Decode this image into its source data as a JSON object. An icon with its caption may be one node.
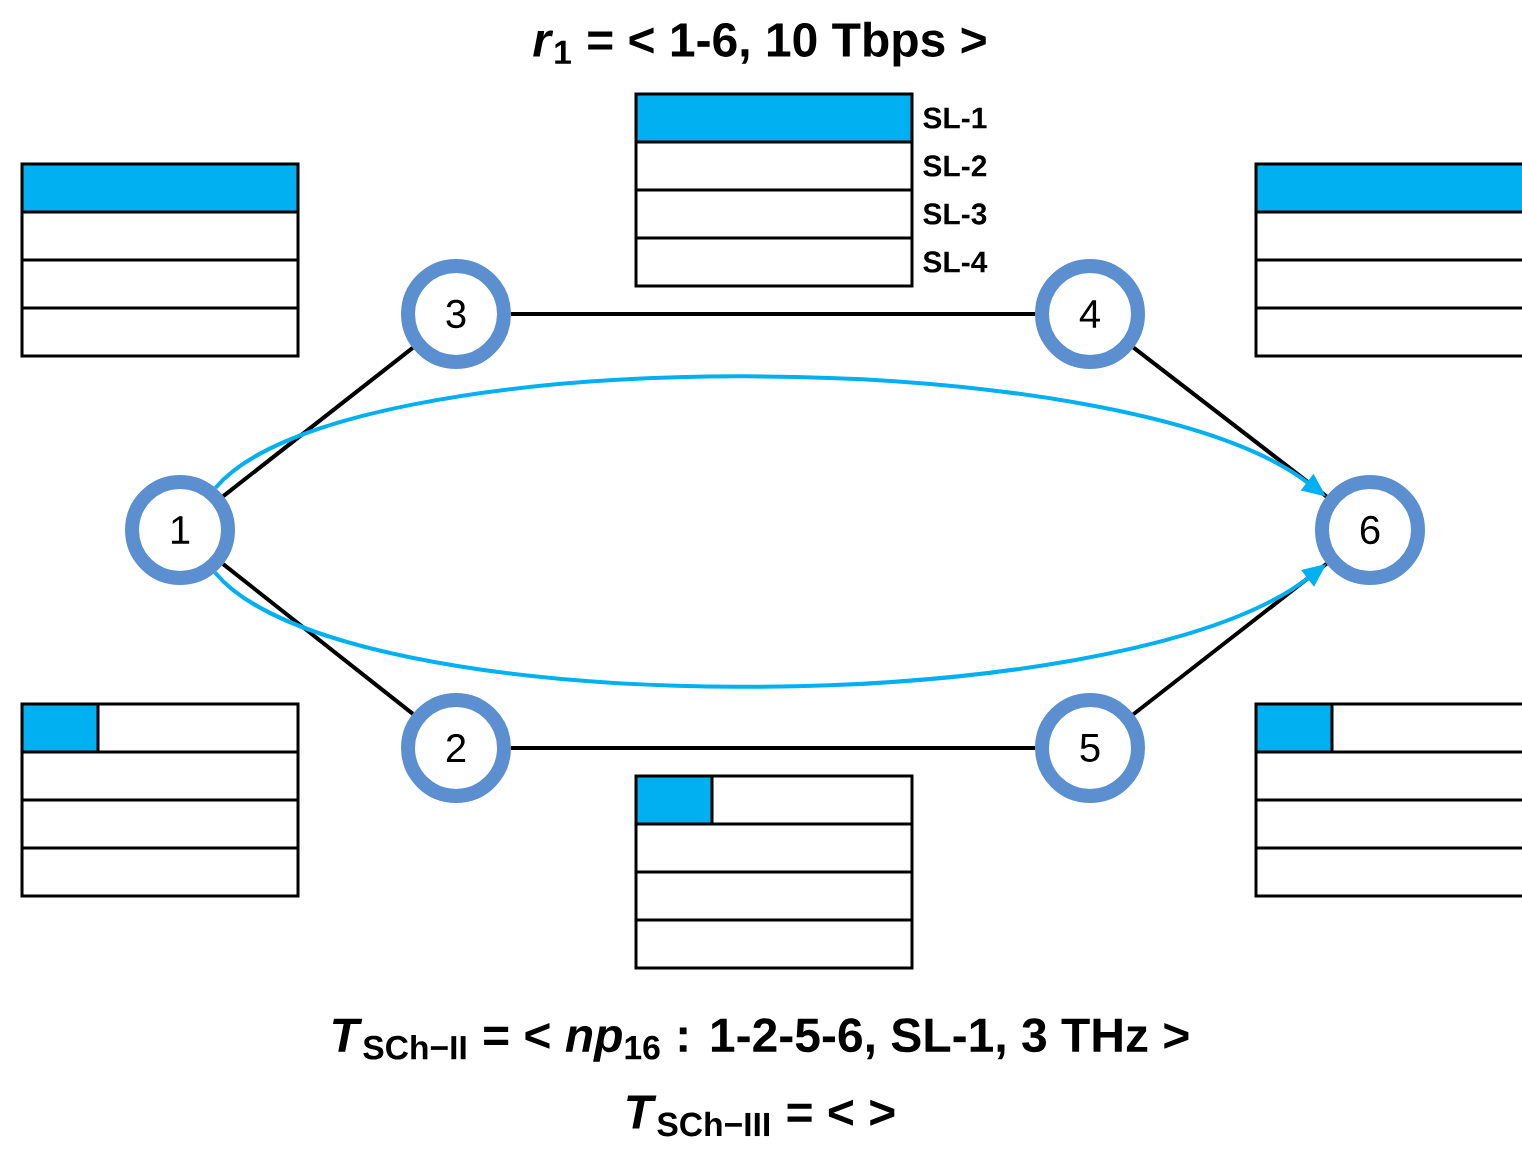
{
  "diagram": {
    "title": "*r*$_{1}$ = < 1-6, 10 Tbps >",
    "nodes": [
      {
        "text": [
          "1"
        ]
      },
      {
        "text": [
          "2"
        ]
      },
      {
        "text": [
          "3"
        ]
      },
      {
        "text": [
          "4"
        ]
      },
      {
        "text": [
          "5"
        ]
      },
      {
        "text": [
          "6"
        ]
      }
    ],
    "edges": [
      {
        "from": 0,
        "to": 2,
        "arrow": "none"
      },
      {
        "from": 2,
        "to": 3,
        "arrow": "none"
      },
      {
        "from": 3,
        "to": 5,
        "arrow": "none"
      },
      {
        "from": 0,
        "to": 1,
        "arrow": "none"
      },
      {
        "from": 1,
        "to": 4,
        "arrow": "none"
      },
      {
        "from": 4,
        "to": 5,
        "arrow": "none"
      },
      {
        "from": 0,
        "to": 5,
        "arrow": "to",
        "color": "#00b0f0"
      },
      {
        "from": 0,
        "to": 5,
        "arrow": "to",
        "color": "#00b0f0"
      }
    ],
    "labels": [
      "SL-1",
      "SL-2",
      "SL-3",
      "SL-4",
      "*T*$_{SCh−II}$ = < *np*$_{16}$ : 1-2-5-6, SL-1, 3 THz >",
      "*T*$_{SCh−III}$ = < >"
    ]
  }
}
